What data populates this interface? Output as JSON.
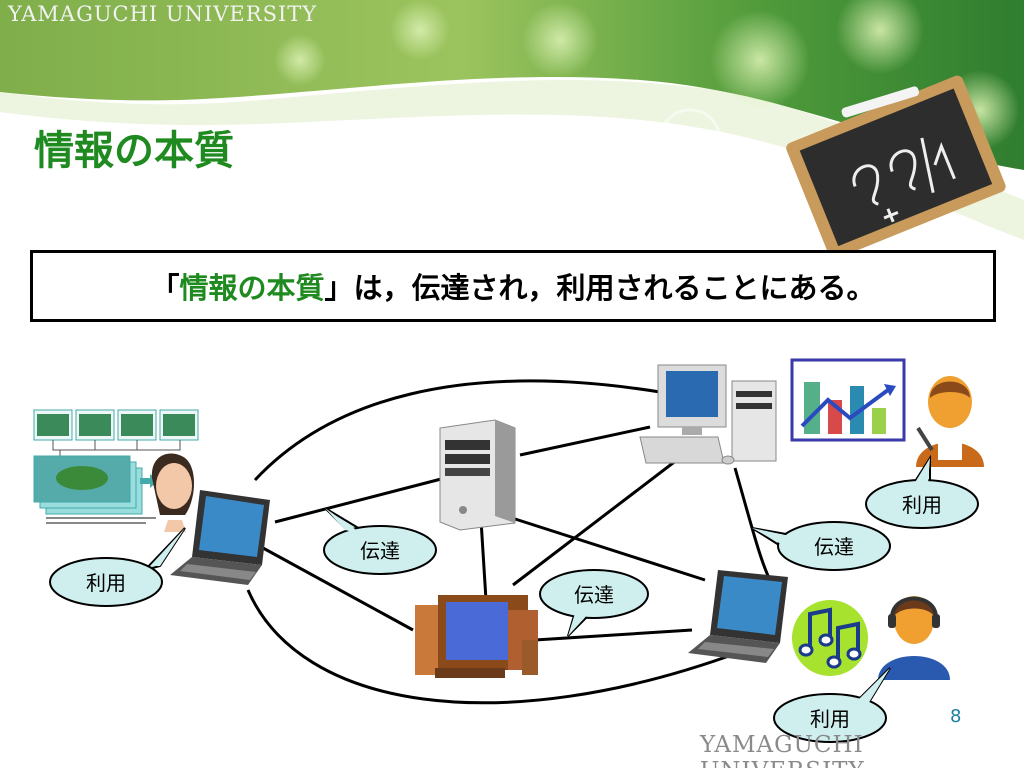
{
  "header": {
    "university": "YAMAGUCHI UNIVERSITY",
    "title": "情報の本質"
  },
  "statement": {
    "open_bracket": "「",
    "keyword": "情報の本質",
    "rest": "」は，伝達され，利用されることにある。"
  },
  "diagram": {
    "bubbles": {
      "use_left": "利用",
      "transmit_left": "伝達",
      "transmit_center": "伝達",
      "transmit_right": "伝達",
      "use_top_right": "利用",
      "use_bottom_right": "利用"
    },
    "icons": [
      "video-frames-icon",
      "woman-icon",
      "laptop-icon",
      "server-tower-icon",
      "crt-computer-icon",
      "desktop-computer-icon",
      "bar-chart-icon",
      "businessman-icon",
      "music-note-icon",
      "headset-person-icon",
      "chalkboard-icon"
    ]
  },
  "footer": {
    "page_number": "8",
    "university": "YAMAGUCHI UNIVERSITY"
  },
  "colors": {
    "title_green": "#1f8a1f",
    "bubble_fill": "#cfeeee",
    "page_number": "#1a7fa0"
  }
}
